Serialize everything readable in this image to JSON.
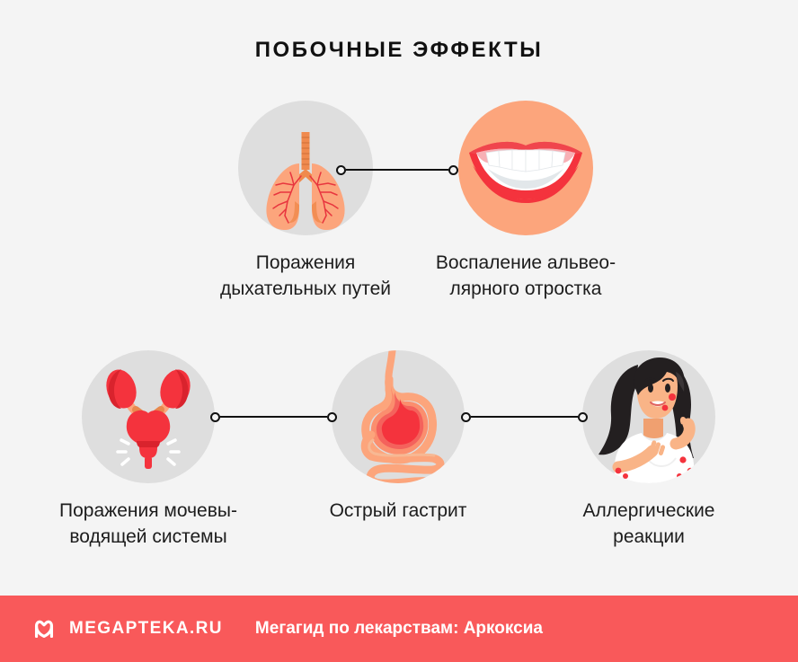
{
  "page": {
    "title": "ПОБОЧНЫЕ ЭФФЕКТЫ",
    "background_color": "#f4f4f4",
    "text_color": "#1c1c1c"
  },
  "rows": [
    {
      "nodes": [
        {
          "icon": "lungs-icon",
          "circle_color": "#dedede",
          "label": "Поражения\nдыхательных путей"
        },
        {
          "icon": "mouth-teeth-icon",
          "circle_color": "#fca57c",
          "label": "Воспаление альвео-\nлярного отростка"
        }
      ]
    },
    {
      "nodes": [
        {
          "icon": "urinary-system-icon",
          "circle_color": "#dedede",
          "label": "Поражения мочевы-\nводящей системы"
        },
        {
          "icon": "stomach-icon",
          "circle_color": "#dedede",
          "label": "Острый гастрит"
        },
        {
          "icon": "allergy-woman-icon",
          "circle_color": "#dedede",
          "label": "Аллергические\nреакции"
        }
      ]
    }
  ],
  "connectors": [
    {
      "name": "connector-lungs-mouth"
    },
    {
      "name": "connector-urinary-stomach"
    },
    {
      "name": "connector-stomach-allergy"
    }
  ],
  "footer": {
    "background_color": "#f9595a",
    "logo_icon": "megapteka-m-logo-icon",
    "brand": "MEGAPTEKA.RU",
    "caption": "Мегагид по лекарствам: Аркоксиа"
  }
}
